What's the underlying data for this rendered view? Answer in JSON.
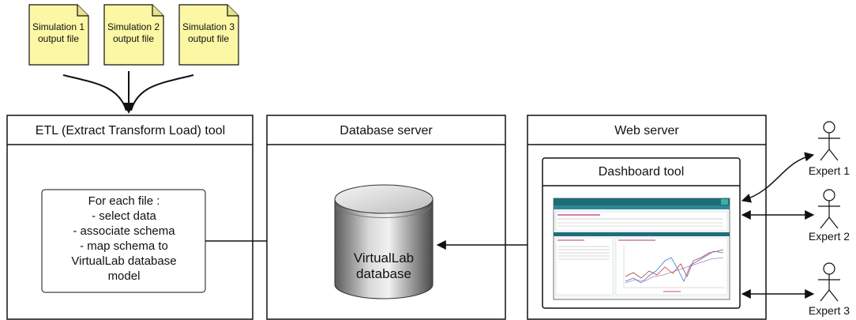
{
  "files": [
    {
      "line1": "Simulation 1",
      "line2": "output file"
    },
    {
      "line1": "Simulation 2",
      "line2": "output file"
    },
    {
      "line1": "Simulation 3",
      "line2": "output file"
    }
  ],
  "etl": {
    "title": "ETL (Extract Transform Load) tool",
    "steps": [
      "For each file :",
      "- select data",
      "- associate schema",
      "- map schema to",
      "VirtualLab database",
      "model"
    ]
  },
  "db_server": {
    "title": "Database server",
    "database_line1": "VirtualLab",
    "database_line2": "database"
  },
  "web_server": {
    "title": "Web server",
    "dashboard_title": "Dashboard tool"
  },
  "experts": [
    "Expert 1",
    "Expert 2",
    "Expert 3"
  ],
  "colors": {
    "file_fill": "#fbf7a4",
    "file_fold": "#e8e28a",
    "border": "#111111",
    "dashboard_teal": "#1e6d79",
    "db_dark": "#3b3b3b",
    "db_light": "#e4e4e4"
  }
}
